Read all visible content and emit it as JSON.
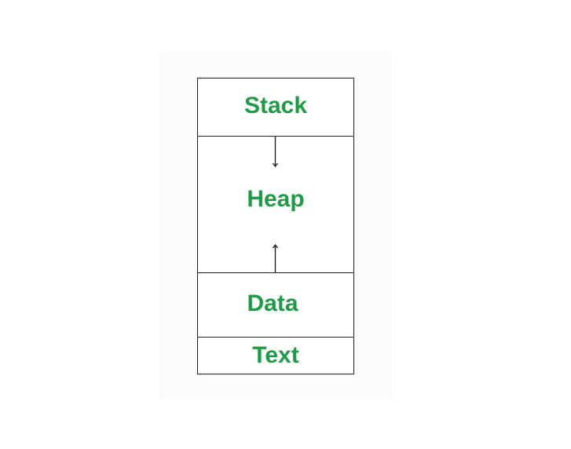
{
  "diagram": {
    "segments": [
      {
        "id": "stack",
        "label": "Stack"
      },
      {
        "id": "heap",
        "label": "Heap"
      },
      {
        "id": "data",
        "label": "Data"
      },
      {
        "id": "text",
        "label": "Text"
      }
    ],
    "label_color": "#1f9a47",
    "line_color": "#1e1e1e",
    "arrows": [
      {
        "from": "stack",
        "into": "heap",
        "direction": "down"
      },
      {
        "from": "data",
        "into": "heap",
        "direction": "up"
      }
    ]
  }
}
